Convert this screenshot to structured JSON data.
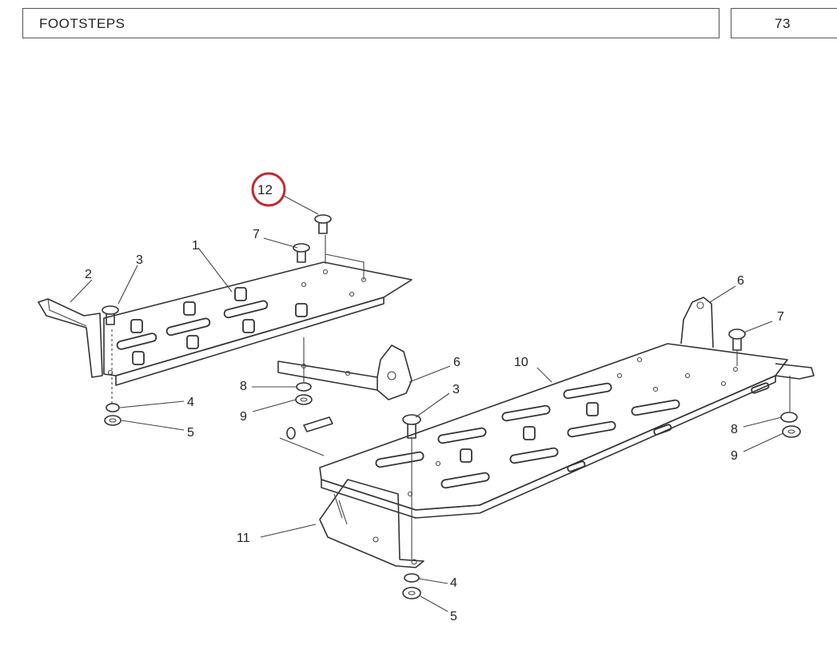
{
  "header": {
    "title": "FOOTSTEPS",
    "page_number": "73"
  },
  "highlight": {
    "color": "#c0282f",
    "callout": "12"
  },
  "callouts": [
    "1",
    "2",
    "3",
    "7",
    "6",
    "8",
    "9",
    "4",
    "5",
    "10",
    "3",
    "6",
    "7",
    "8",
    "9",
    "11",
    "4",
    "5"
  ]
}
